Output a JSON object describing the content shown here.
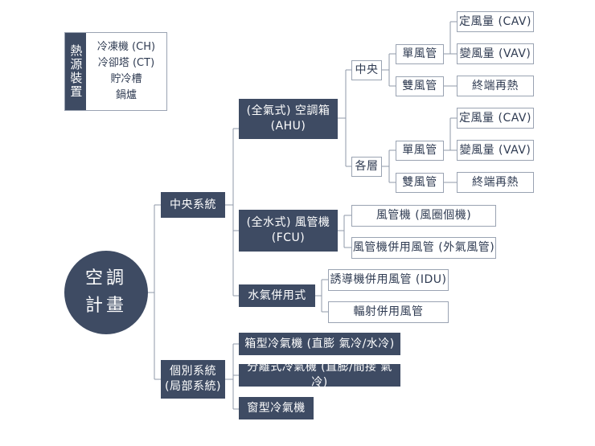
{
  "heat_source": {
    "title": "熱源裝置",
    "items": [
      "冷凍機 (CH)",
      "冷卻塔 (CT)",
      "貯冷槽",
      "鍋爐"
    ]
  },
  "root": {
    "line1": "空調",
    "line2": "計畫"
  },
  "central": "中央系統",
  "individual": {
    "line1": "個別系統",
    "line2": "(局部系統)"
  },
  "ahu": {
    "line1": "(全氣式) 空調箱",
    "line2": "(AHU)"
  },
  "fcu": {
    "line1": "(全水式) 風管機",
    "line2": "(FCU)"
  },
  "air_water": "水氣併用式",
  "ahu_central": "中央",
  "ahu_floor": "各層",
  "single_duct": "單風管",
  "double_duct": "雙風管",
  "cav": "定風量 (CAV)",
  "vav": "變風量 (VAV)",
  "terminal_reheat": "終端再熱",
  "fcu_items": [
    "風管機 (風圈個機)",
    "風管機併用風管 (外氣風管)"
  ],
  "airwater_items": [
    "誘導機併用風管 (IDU)",
    "輻射併用風管"
  ],
  "individual_items": [
    "箱型冷氣機 (直膨 氣冷/水冷)",
    "分離式冷氣機 (直膨/間接 氣冷)",
    "窗型冷氣機"
  ]
}
